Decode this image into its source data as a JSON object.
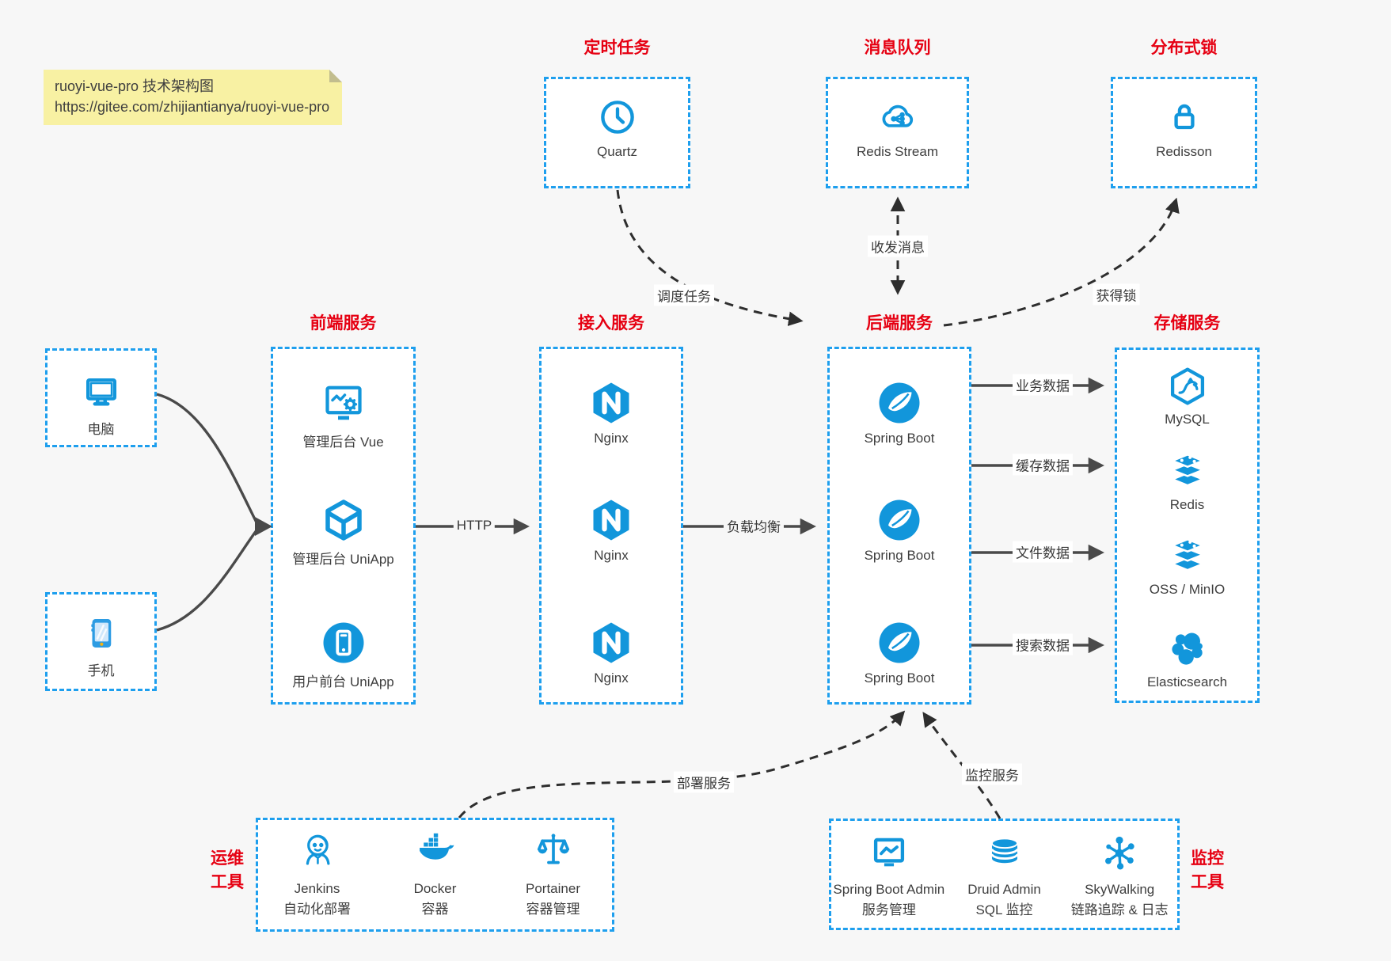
{
  "note": {
    "line1": "ruoyi-vue-pro 技术架构图",
    "line2": "https://gitee.com/zhijiantianya/ruoyi-vue-pro"
  },
  "titles": {
    "scheduled": "定时任务",
    "mq": "消息队列",
    "lock": "分布式锁",
    "frontend": "前端服务",
    "gateway": "接入服务",
    "backend": "后端服务",
    "storage": "存储服务",
    "ops1": "运维",
    "ops2": "工具",
    "mon1": "监控",
    "mon2": "工具"
  },
  "nodes": {
    "quartz": "Quartz",
    "redis_stream": "Redis Stream",
    "redisson": "Redisson",
    "pc": "电脑",
    "phone": "手机",
    "admin_vue": "管理后台 Vue",
    "admin_uniapp": "管理后台 UniApp",
    "user_uniapp": "用户前台 UniApp",
    "nginx": "Nginx",
    "spring_boot": "Spring Boot",
    "mysql": "MySQL",
    "redis": "Redis",
    "oss": "OSS / MinIO",
    "es": "Elasticsearch"
  },
  "tools": {
    "jenkins": {
      "name": "Jenkins",
      "sub": "自动化部署"
    },
    "docker": {
      "name": "Docker",
      "sub": "容器"
    },
    "portainer": {
      "name": "Portainer",
      "sub": "容器管理"
    },
    "sba": {
      "name": "Spring Boot Admin",
      "sub": "服务管理"
    },
    "druid": {
      "name": "Druid Admin",
      "sub": "SQL 监控"
    },
    "skywalking": {
      "name": "SkyWalking",
      "sub": "链路追踪 & 日志"
    }
  },
  "edges": {
    "http": "HTTP",
    "lb": "负载均衡",
    "schedule": "调度任务",
    "message": "收发消息",
    "get_lock": "获得锁",
    "biz": "业务数据",
    "cache": "缓存数据",
    "file": "文件数据",
    "search": "搜索数据",
    "deploy": "部署服务",
    "monitor": "监控服务"
  },
  "colors": {
    "icon_blue": "#1296db",
    "border_blue": "#1e9fee",
    "title_red": "#e60012",
    "arrow_solid": "#4a4a4a",
    "arrow_dashed": "#2e2e2e",
    "note_bg": "#f8f1a3",
    "page_bg": "#f7f7f7"
  }
}
